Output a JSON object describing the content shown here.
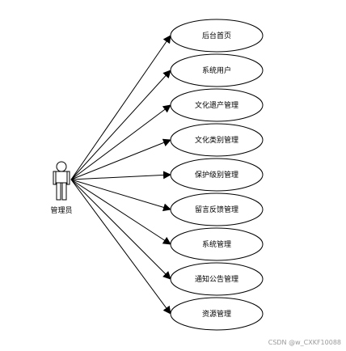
{
  "actor": {
    "label": "管理员"
  },
  "use_cases": [
    {
      "label": "后台首页"
    },
    {
      "label": "系统用户"
    },
    {
      "label": "文化遗产管理"
    },
    {
      "label": "文化类别管理"
    },
    {
      "label": "保护级别管理"
    },
    {
      "label": "留言反馈管理"
    },
    {
      "label": "系统管理"
    },
    {
      "label": "通知公告管理"
    },
    {
      "label": "资源管理"
    }
  ],
  "watermark": "CSDN @w_CXKF10088"
}
